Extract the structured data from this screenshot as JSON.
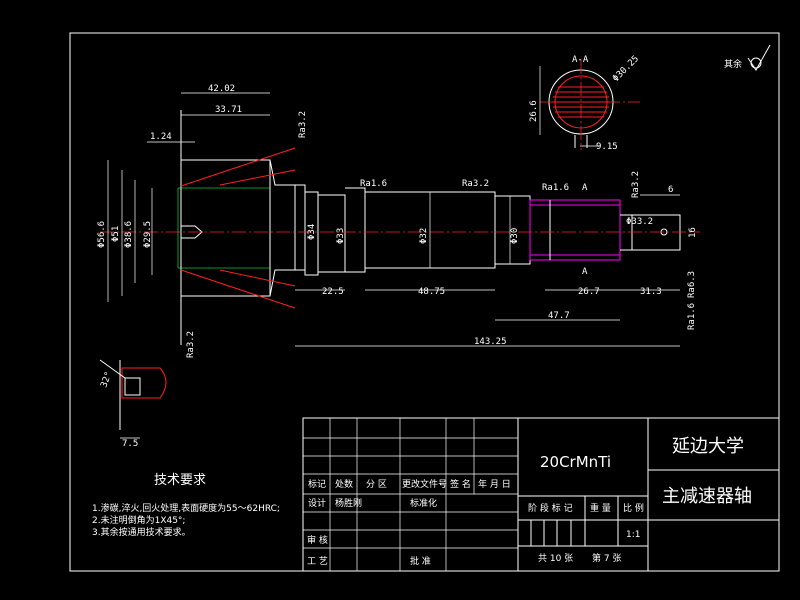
{
  "section_label": "A-A",
  "roughness_note": "其余",
  "dims": {
    "d_42_02": "42.02",
    "d_33_71": "33.71",
    "d_1_24": "1.24",
    "d_phi56_6": "Φ56.6",
    "d_phi51": "Φ51",
    "d_phi38_6": "Φ38.6",
    "d_phi29_5": "Φ29.5",
    "d_phi34": "Φ34",
    "d_phi33": "Φ33",
    "d_phi32": "Φ32",
    "d_phi30": "Φ30",
    "d_phi33_2": "Φ33.2",
    "d_16": "16",
    "d_6": "6",
    "d_22_5": "22.5",
    "d_48_75": "48.75",
    "d_26_7": "26.7",
    "d_31_3": "31.3",
    "d_47_7": "47.7",
    "d_143_25": "143.25",
    "d_9_15": "9.15",
    "d_26_6": "26.6",
    "d_30_25": "Φ30.25",
    "d_32deg": "32°",
    "d_7_5": "7.5",
    "ra_1_6a": "Ra1.6",
    "ra_1_6b": "Ra1.6",
    "ra_3_2a": "Ra3.2",
    "ra_3_2b": "Ra3.2",
    "ra_3_2c": "Ra3.2",
    "ra_3_2d": "Ra3.2",
    "ra_6_3": "Ra6.3",
    "ra_1_6c": "Ra1.6",
    "sec_a1": "A",
    "sec_a2": "A"
  },
  "tech": {
    "title": "技术要求",
    "lines": [
      "1.渗碳,淬火,回火处理,表面硬度为55～62HRC;",
      "2.未注明倒角为1X45°;",
      "3.其余按通用技术要求。"
    ]
  },
  "title_block": {
    "material": "20CrMnTi",
    "school": "延边大学",
    "part_name": "主减速器轴",
    "h_mark": "标记",
    "h_count": "处数",
    "h_zone": "分 区",
    "h_docno": "更改文件号",
    "h_sign": "签 名",
    "h_date": "年 月 日",
    "h_design": "设计",
    "h_designer": "杨胜刚",
    "h_std": "标准化",
    "h_stage": "阶 段 标 记",
    "h_weight": "重 量",
    "h_scale": "比 例",
    "scale": "1:1",
    "h_review": "审 核",
    "h_process": "工 艺",
    "h_approve": "批 准",
    "sheets": "共 10 张",
    "sheet_no": "第 7 张"
  }
}
